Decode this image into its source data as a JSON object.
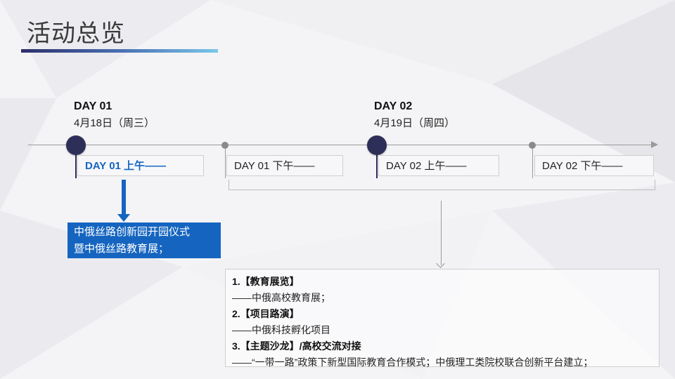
{
  "title": "活动总览",
  "days": [
    {
      "label": "DAY  01",
      "date": "4月18日（周三）"
    },
    {
      "label": "DAY  02",
      "date": "4月19日（周四）"
    }
  ],
  "slots": [
    {
      "label": "DAY 01 上午——",
      "active": true
    },
    {
      "label": "DAY 01 下午——",
      "active": false
    },
    {
      "label": "DAY 02 上午——",
      "active": false
    },
    {
      "label": "DAY 02 下午——",
      "active": false
    }
  ],
  "morning_event": {
    "line1": "中俄丝路创新园开园仪式",
    "line2": "暨中俄丝路教育展；"
  },
  "details": [
    {
      "heading": "1.【教育展览】",
      "desc": "——中俄高校教育展；"
    },
    {
      "heading": "2.【项目路演】",
      "desc": "——中俄科技孵化项目"
    },
    {
      "heading": "3.【主题沙龙】/高校交流对接",
      "desc": "——“一带一路”政策下新型国际教育合作模式；中俄理工类院校联合创新平台建立；"
    }
  ],
  "colors": {
    "accent": "#1565c0",
    "dot": "#2e2f58"
  }
}
